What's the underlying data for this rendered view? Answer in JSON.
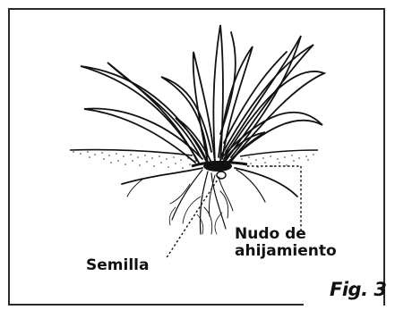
{
  "labels": {
    "seed": "Semilla",
    "node_line1": "Nudo de",
    "node_line2": "ahijamiento",
    "figure": "Fig. 3"
  },
  "colors": {
    "ink": "#111111",
    "frame": "#2b2b2b",
    "background": "#ffffff"
  }
}
